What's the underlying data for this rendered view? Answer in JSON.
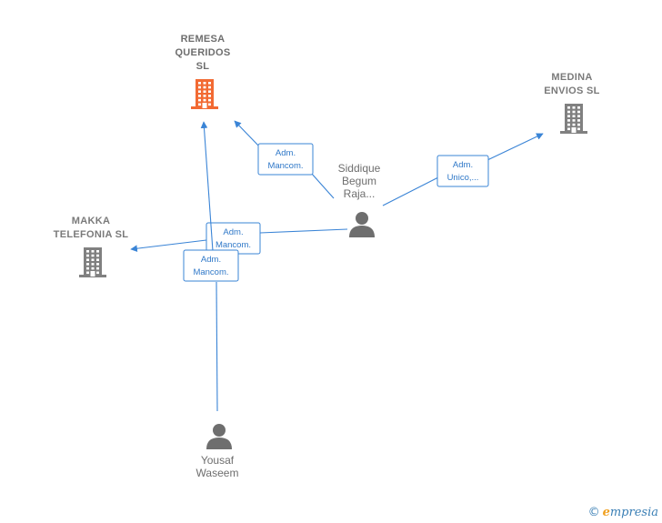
{
  "companies": [
    {
      "id": "remesa",
      "lines": [
        "REMESA",
        "QUERIDOS",
        "SL"
      ],
      "color": "#f26a33",
      "highlight": true
    },
    {
      "id": "medina",
      "lines": [
        "MEDINA",
        "ENVIOS  SL"
      ],
      "color": "#808080",
      "highlight": false
    },
    {
      "id": "makka",
      "lines": [
        "MAKKA",
        "TELEFONIA  SL"
      ],
      "color": "#808080",
      "highlight": false
    }
  ],
  "people": [
    {
      "id": "siddique",
      "lines": [
        "Siddique",
        "Begum",
        "Raja..."
      ]
    },
    {
      "id": "yousaf",
      "lines": [
        "Yousaf",
        "Waseem"
      ]
    }
  ],
  "relations": [
    {
      "id": "siddique-remesa",
      "from": "siddique",
      "to": "remesa",
      "lines": [
        "Adm.",
        "Mancom."
      ]
    },
    {
      "id": "siddique-medina",
      "from": "siddique",
      "to": "medina",
      "lines": [
        "Adm.",
        "Unico,..."
      ]
    },
    {
      "id": "siddique-makka",
      "from": "siddique",
      "to": "makka",
      "lines": [
        "Adm.",
        "Mancom."
      ]
    },
    {
      "id": "yousaf-remesa",
      "from": "yousaf",
      "to": "remesa",
      "lines": [
        "Adm.",
        "Mancom."
      ]
    }
  ],
  "colors": {
    "edge": "#3a84d6",
    "person": "#6e6e6e",
    "building": "#808080",
    "highlight": "#f26a33"
  },
  "icons": {
    "company": "building-icon",
    "person": "person-icon"
  },
  "footer": {
    "copyright": "©",
    "brand_initial": "e",
    "brand_rest": "mpresia"
  }
}
